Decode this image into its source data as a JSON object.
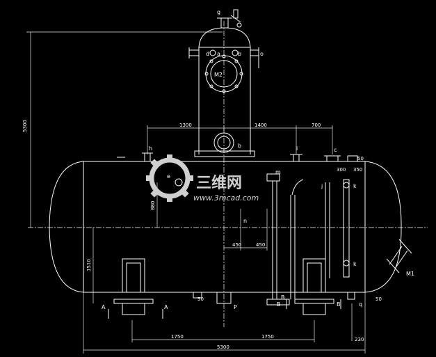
{
  "colors": {
    "background": "#000000",
    "linework": "#ffffff",
    "watermark": "#cfcfcf"
  },
  "dimensions": {
    "overall_height": "5300",
    "offset_1300": "1300",
    "offset_1400": "1400",
    "offset_700": "700",
    "nozzle_height": "880",
    "support_height": "1510",
    "span_left": "1750",
    "span_right": "1750",
    "overall_length": "5300",
    "span_450_left": "450",
    "span_450_right": "450",
    "dim_300": "300",
    "dim_350": "350",
    "dim_50_top": "50",
    "dim_50_left": "50",
    "dim_50_right": "50",
    "dim_230": "230"
  },
  "nozzle_labels": {
    "g": "g",
    "d": "d",
    "a": "a",
    "b_top": "b",
    "b_top2": "b",
    "o": "o",
    "m2": "M2",
    "h": "h",
    "i": "i",
    "c": "c",
    "m1": "M1",
    "e": "e",
    "m": "m",
    "j": "j",
    "k_upper": "k",
    "k_lower": "k",
    "n": "n",
    "p": "P",
    "b_base": "B",
    "q": "q"
  },
  "section_marks": {
    "a_left": "A",
    "a_right": "A",
    "b_left": "B",
    "b_right": "B"
  },
  "watermark": {
    "brand": "三维网",
    "url": "www.3mcad.com"
  }
}
